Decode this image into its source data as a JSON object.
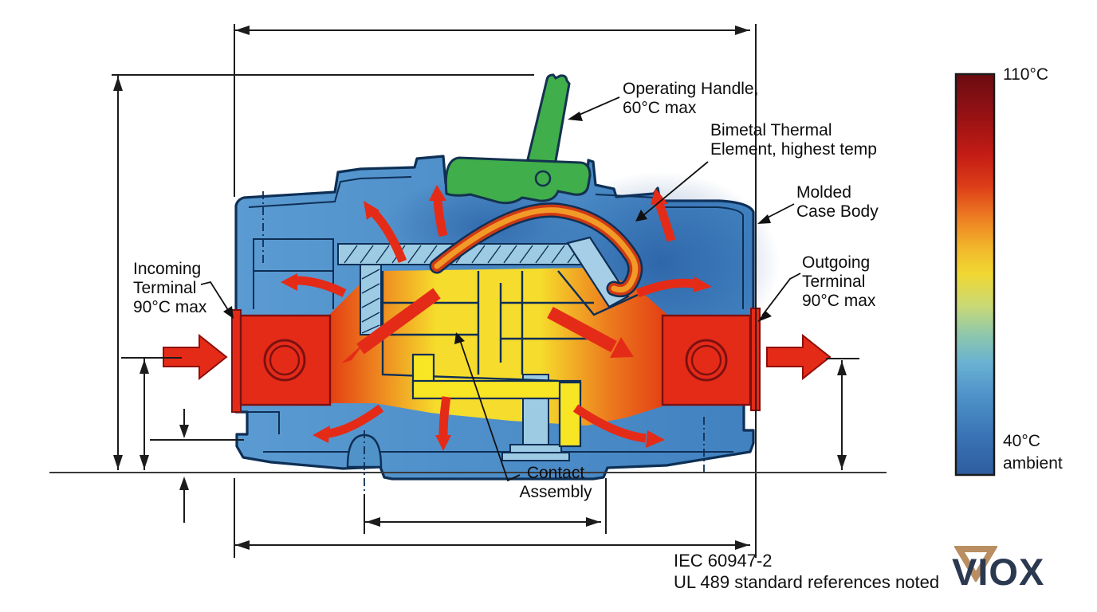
{
  "diagram": {
    "labels": {
      "operating_handle": [
        "Operating Handle,",
        "60°C max"
      ],
      "bimetal_element": [
        "Bimetal Thermal",
        "Element, highest temp"
      ],
      "molded_case": [
        "Molded",
        "Case Body"
      ],
      "outgoing_terminal": [
        "Outgoing",
        "Terminal",
        "90°C max"
      ],
      "incoming_terminal": [
        "Incoming",
        "Terminal",
        "90°C max"
      ],
      "contact_assembly": [
        "Contact",
        "Assembly"
      ]
    },
    "standards_note": [
      "IEC 60947-2",
      "UL 489 standard references noted"
    ],
    "colorbar": {
      "max_label": "110°C",
      "min_label": [
        "40°C",
        "ambient"
      ],
      "gradient_top_to_bottom": [
        "#6a0c10",
        "#c31c15",
        "#ee7f23",
        "#f0d834",
        "#8ec7ab",
        "#4f93c9",
        "#2d5d9f"
      ]
    },
    "logo_text": "VIOX",
    "colors": {
      "case_blue": "#4e92c8",
      "terminal_red": "#e42b18",
      "handle_green": "#3fae4b",
      "contact_yellow": "#f8e523",
      "bimetal_orange": "#f09024",
      "outline_navy": "#0e2f55",
      "logo_navy": "#2b3950",
      "logo_tan": "#b98e62"
    }
  }
}
